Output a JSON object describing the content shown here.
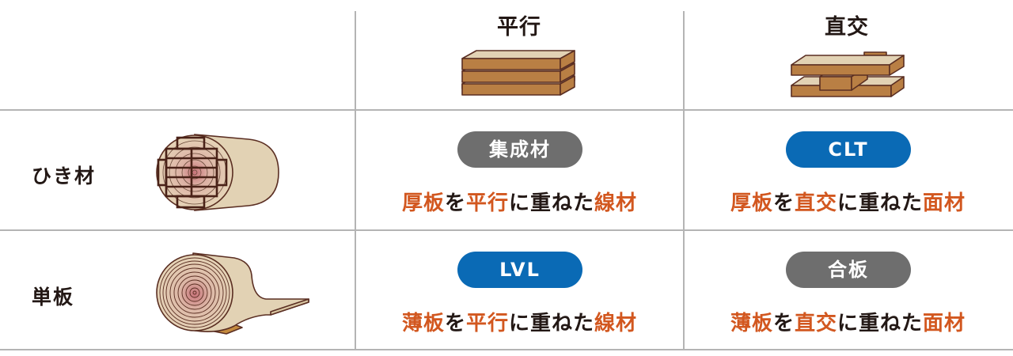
{
  "columns": {
    "parallel": {
      "label": "平行",
      "icon": "parallel-stacked-boards-icon"
    },
    "cross": {
      "label": "直交",
      "icon": "cross-laminated-boards-icon"
    }
  },
  "rows": [
    {
      "label": "ひき材",
      "icon": "sawn-lumber-log-icon",
      "cells": [
        {
          "badge": "集成材",
          "badge_color": "#6e6e6e",
          "desc": [
            {
              "text": "厚板",
              "hl": true
            },
            {
              "text": "を",
              "hl": false
            },
            {
              "text": "平行",
              "hl": true
            },
            {
              "text": "に重ねた",
              "hl": false
            },
            {
              "text": "線材",
              "hl": true
            }
          ]
        },
        {
          "badge": "CLT",
          "badge_color": "#0a6ab5",
          "desc": [
            {
              "text": "厚板",
              "hl": true
            },
            {
              "text": "を",
              "hl": false
            },
            {
              "text": "直交",
              "hl": true
            },
            {
              "text": "に重ねた",
              "hl": false
            },
            {
              "text": "面材",
              "hl": true
            }
          ]
        }
      ]
    },
    {
      "label": "単板",
      "icon": "veneer-roll-log-icon",
      "cells": [
        {
          "badge": "LVL",
          "badge_color": "#0a6ab5",
          "desc": [
            {
              "text": "薄板",
              "hl": true
            },
            {
              "text": "を",
              "hl": false
            },
            {
              "text": "平行",
              "hl": true
            },
            {
              "text": "に重ねた",
              "hl": false
            },
            {
              "text": "線材",
              "hl": true
            }
          ]
        },
        {
          "badge": "合板",
          "badge_color": "#6e6e6e",
          "desc": [
            {
              "text": "薄板",
              "hl": true
            },
            {
              "text": "を",
              "hl": false
            },
            {
              "text": "直交",
              "hl": true
            },
            {
              "text": "に重ねた",
              "hl": false
            },
            {
              "text": "面材",
              "hl": true
            }
          ]
        }
      ]
    }
  ],
  "colors": {
    "highlight_text": "#d2571f",
    "body_text": "#231815",
    "grid_line": "#b4b4b4",
    "badge_gray": "#6e6e6e",
    "badge_blue": "#0a6ab5",
    "wood_light": "#e2d2b4",
    "wood_side": "#b97f44",
    "wood_outline": "#5a2e22"
  }
}
